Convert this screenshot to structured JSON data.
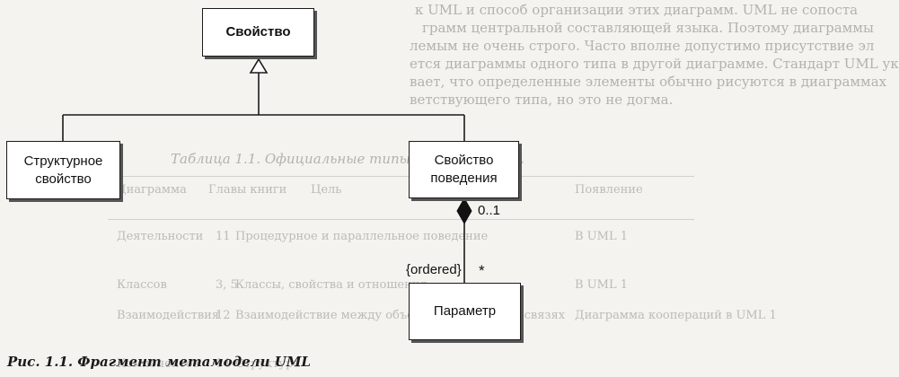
{
  "diagram": {
    "classes": {
      "property": "Свойство",
      "structural_property": "Структурное свойство",
      "behavioral_property": "Свойство поведения",
      "parameter": "Параметр"
    },
    "multiplicity_whole": "0..1",
    "multiplicity_part": "*",
    "constraint": "{ordered}"
  },
  "caption": "Рис. 1.1. Фрагмент метамодели UML",
  "background_text": {
    "lines": [
      "к UML и способ организации этих диаграмм. UML не сопоста",
      "грамм центральной составляющей языка. Поэтому диаграммы",
      "лемым не очень строго. Часто вполне допустимо присутствие эл",
      "ется диаграммы одного типа в другой диаграмме. Стандарт UML ук",
      "вает, что определенные элементы обычно рисуются в диаграммах",
      "ветствующего типа, но это не догма.",
      "Таблица 1.1. Официальные типы диаграмм UML"
    ],
    "table_cells": [
      "Диаграмма",
      "Главы книги",
      "Цель",
      "Появление",
      "Деятельности",
      "11",
      "Процедурное и параллельное поведение",
      "В UML 1",
      "Классов",
      "3, 5",
      "Классы, свойства и отношения",
      "В UML 1",
      "Взаимодействия",
      "12",
      "Взаимодействие между объектами; акцент на связях",
      "Диаграмма коопераций в UML 1",
      "Компонентов",
      "14",
      "Структура"
    ]
  }
}
